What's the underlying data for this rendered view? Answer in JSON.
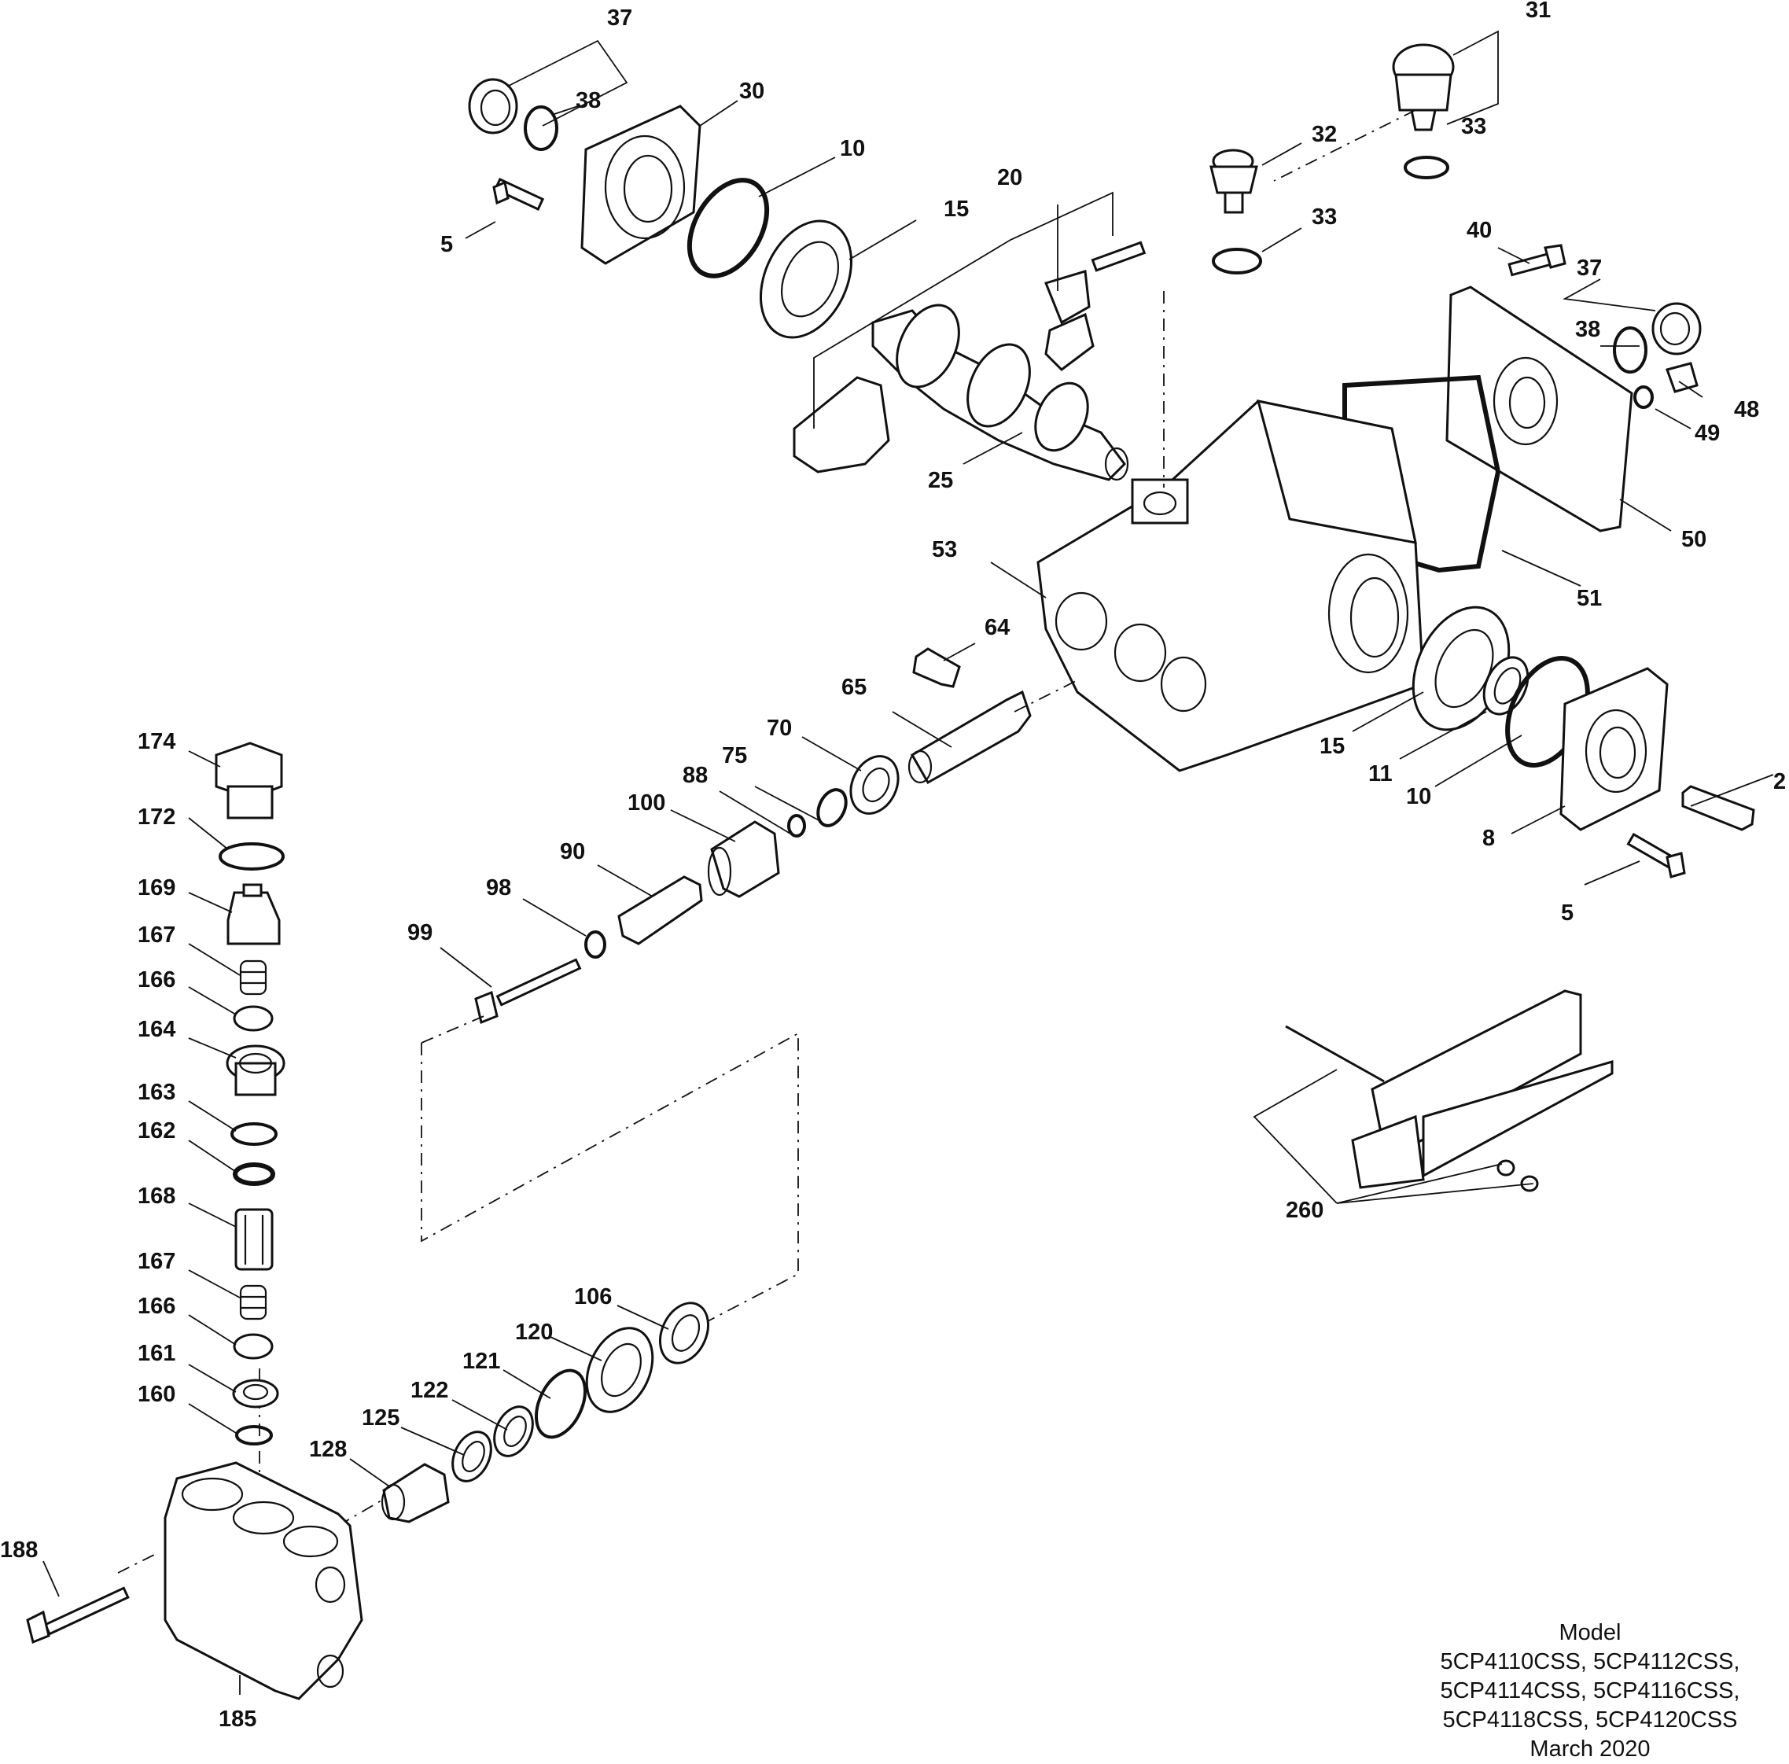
{
  "callouts": {
    "c37a": "37",
    "c38a": "38",
    "c30": "30",
    "c10a": "10",
    "c5a": "5",
    "c15a": "15",
    "c20": "20",
    "c25": "25",
    "c31": "31",
    "c32": "32",
    "c33a": "33",
    "c33b": "33",
    "c40": "40",
    "c37b": "37",
    "c38b": "38",
    "c48": "48",
    "c49": "49",
    "c50": "50",
    "c51": "51",
    "c53": "53",
    "c64": "64",
    "c65": "65",
    "c70": "70",
    "c75": "75",
    "c88": "88",
    "c100": "100",
    "c90": "90",
    "c98": "98",
    "c99": "99",
    "c15b": "15",
    "c11": "11",
    "c10b": "10",
    "c2": "2",
    "c8": "8",
    "c5b": "5",
    "c260": "260",
    "c174": "174",
    "c172": "172",
    "c169": "169",
    "c167a": "167",
    "c166a": "166",
    "c164": "164",
    "c163": "163",
    "c162": "162",
    "c168": "168",
    "c167b": "167",
    "c166b": "166",
    "c161": "161",
    "c160": "160",
    "c188": "188",
    "c185": "185",
    "c128": "128",
    "c125": "125",
    "c122": "122",
    "c121": "121",
    "c120": "120",
    "c106": "106"
  },
  "caption": {
    "line1": "Model",
    "line2": "5CP4110CSS, 5CP4112CSS,",
    "line3": "5CP4114CSS, 5CP4116CSS,",
    "line4": "5CP4118CSS, 5CP4120CSS",
    "line5": "March 2020"
  }
}
